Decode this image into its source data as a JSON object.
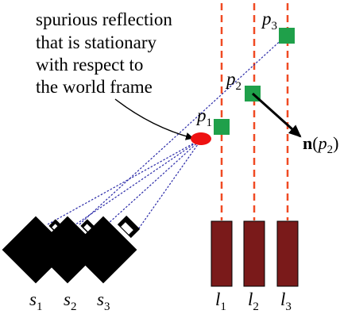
{
  "annotation": {
    "lines": [
      "spurious reflection",
      "that is stationary",
      "with respect to",
      "the world frame"
    ]
  },
  "points": [
    {
      "base": "p",
      "sub": "1"
    },
    {
      "base": "p",
      "sub": "2"
    },
    {
      "base": "p",
      "sub": "3"
    }
  ],
  "normal_label": {
    "bold": "n",
    "open": "(",
    "arg": "p",
    "sub": "2",
    "close": ")"
  },
  "sensors": [
    {
      "base": "s",
      "sub": "1"
    },
    {
      "base": "s",
      "sub": "2"
    },
    {
      "base": "s",
      "sub": "3"
    }
  ],
  "lasers": [
    {
      "base": "l",
      "sub": "1"
    },
    {
      "base": "l",
      "sub": "2"
    },
    {
      "base": "l",
      "sub": "3"
    }
  ],
  "colors": {
    "laser_dashed_line": "#f04a23",
    "laser_body": "#7a1a1a",
    "feature_point": "#1fa04a",
    "spurious_reflection": "#ee1111",
    "sight_line": "#2a2aa8",
    "sensor": "#000000"
  }
}
